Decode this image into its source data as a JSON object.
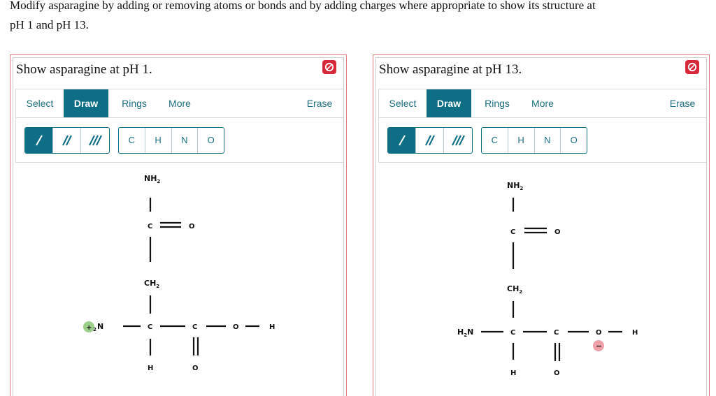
{
  "prompt": {
    "line1": "Modify asparagine by adding or removing atoms or bonds and by adding charges where appropriate to show its structure at",
    "line2": "pH 1 and pH 13."
  },
  "panels": [
    {
      "title": "Show asparagine at pH 1.",
      "tabs": {
        "select": "Select",
        "draw": "Draw",
        "rings": "Rings",
        "more": "More",
        "erase": "Erase"
      },
      "atoms": [
        "C",
        "H",
        "N",
        "O"
      ],
      "molecule": {
        "top_group": "NH",
        "top_sub": "2",
        "carbonyl_c": "C",
        "carbonyl_o": "O",
        "ch2": "CH",
        "ch2_sub": "2",
        "amine_n": "N",
        "amine_sub": "2",
        "amine_charge": "+",
        "alpha_c": "C",
        "carboxyl_c": "C",
        "hydroxyl_o": "O",
        "hydroxyl_h": "H",
        "alpha_h": "H",
        "carboxyl_o": "O"
      }
    },
    {
      "title": "Show asparagine at pH 13.",
      "tabs": {
        "select": "Select",
        "draw": "Draw",
        "rings": "Rings",
        "more": "More",
        "erase": "Erase"
      },
      "atoms": [
        "C",
        "H",
        "N",
        "O"
      ],
      "molecule": {
        "top_group": "NH",
        "top_sub": "2",
        "carbonyl_c": "C",
        "carbonyl_o": "O",
        "ch2": "CH",
        "ch2_sub": "2",
        "amine_h": "H",
        "amine_sub": "2",
        "amine_n": "N",
        "alpha_c": "C",
        "carboxyl_c": "C",
        "hydroxyl_o": "O",
        "hydroxyl_h": "H",
        "hydroxyl_charge": "−",
        "alpha_h": "H",
        "carboxyl_o": "O"
      }
    }
  ],
  "colors": {
    "accent": "#0d6e85",
    "panel_border": "#e07a80",
    "clear_button": "#d8293a",
    "positive_charge": "#9ccf8a",
    "negative_charge": "#f0a0a8"
  },
  "icons": {
    "clear": "prohibit-icon",
    "single_bond": "single-bond-icon",
    "double_bond": "double-bond-icon",
    "triple_bond": "triple-bond-icon"
  }
}
